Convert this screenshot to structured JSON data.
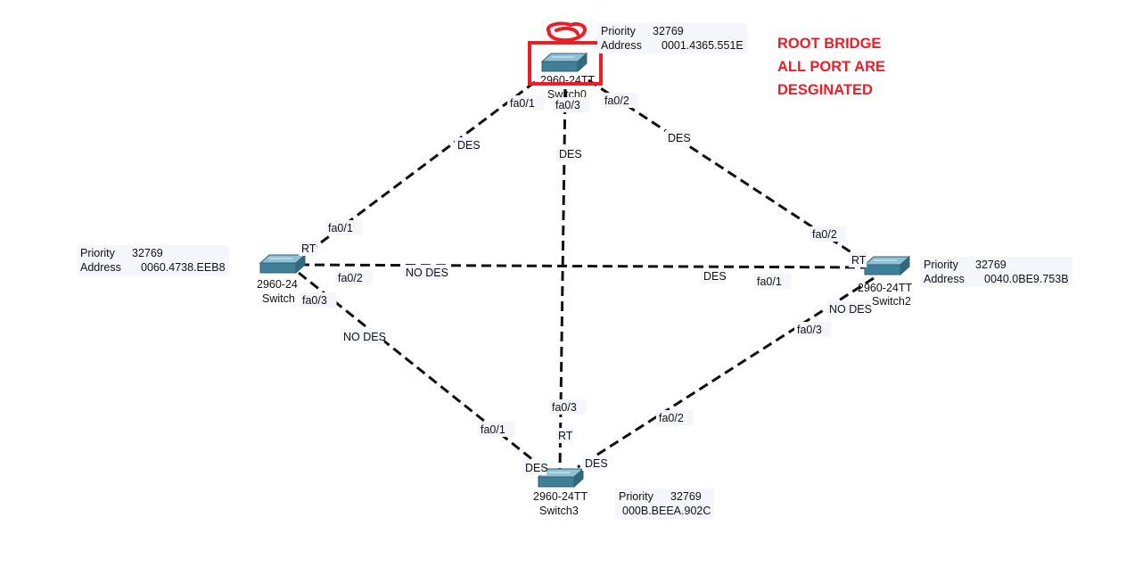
{
  "switches": [
    {
      "id": "root",
      "model": "2960-24TT",
      "name": "Switch0",
      "priority_label": "Priority",
      "priority": "32769",
      "address_label": "Address",
      "address": "0001.4365.551E"
    },
    {
      "id": "s1",
      "model": "2960-24",
      "name": "Switch",
      "priority_label": "Priority",
      "priority": "32769",
      "address_label": "Address",
      "address": "0060.4738.EEB8"
    },
    {
      "id": "s2",
      "model": "2960-24TT",
      "name": "Switch2",
      "priority_label": "Priority",
      "priority": "32769",
      "address_label": "Address",
      "address": "0040.0BE9.753B"
    },
    {
      "id": "s3",
      "model": "2960-24TT",
      "name": "Switch3",
      "priority_label": "Priority",
      "priority": "32769",
      "address_label": "",
      "address": "000B.BEEA.902C"
    }
  ],
  "links": [
    {
      "from": "root",
      "to": "s1",
      "from_port": "fa0/1",
      "to_port": "fa0/1",
      "from_role": "DES",
      "to_role": "RT"
    },
    {
      "from": "root",
      "to": "s3",
      "from_port": "fa0/3",
      "to_port": "fa0/3",
      "from_role": "DES",
      "to_role": "RT"
    },
    {
      "from": "root",
      "to": "s2",
      "from_port": "fa0/2",
      "to_port": "fa0/2",
      "from_role": "DES",
      "to_role": "RT"
    },
    {
      "from": "s1",
      "to": "s2",
      "from_port": "fa0/2",
      "to_port": "fa0/1",
      "from_role": "NO DES",
      "to_role": "DES"
    },
    {
      "from": "s1",
      "to": "s3",
      "from_port": "fa0/3",
      "to_port": "fa0/1",
      "from_role": "NO DES",
      "to_role": "DES"
    },
    {
      "from": "s2",
      "to": "s3",
      "from_port": "fa0/3",
      "to_port": "fa0/2",
      "from_role": "NO DES",
      "to_role": "DES"
    }
  ],
  "annotation": {
    "lines": [
      "ROOT BRIDGE",
      "ALL PORT ARE",
      "DESGINATED"
    ],
    "color": "#ee1c24"
  },
  "colors": {
    "switch_top": "#8fc0d4",
    "switch_front": "#3f7f98",
    "link": "#111111",
    "highlight": "#ee1c24",
    "label_bg": "#f5f6fb"
  }
}
